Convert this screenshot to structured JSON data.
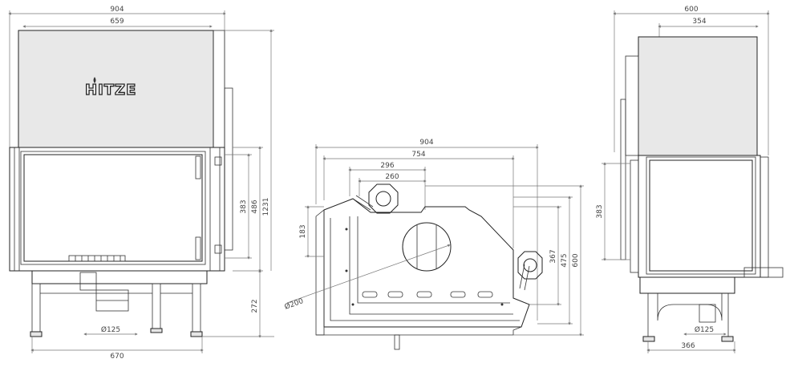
{
  "front_view": {
    "brand_logo": "HITZE",
    "dimensions": {
      "total_width": "904",
      "top_width": "659",
      "bottom_width": "670",
      "glass_height": "383",
      "door_height": "486",
      "total_height": "1231",
      "legs_height": "272",
      "flue_diameter": "Ø125"
    }
  },
  "top_view": {
    "dimensions": {
      "total_width": "904",
      "body_width": "754",
      "depth_a": "296",
      "depth_b": "260",
      "side_left": "183",
      "side_h1": "367",
      "side_h2": "475",
      "side_h3": "600",
      "flue_diameter": "Ø200"
    }
  },
  "side_view": {
    "dimensions": {
      "total_depth": "600",
      "top_depth": "354",
      "glass_height": "383",
      "bottom_depth": "366",
      "flue_diameter": "Ø125"
    }
  }
}
